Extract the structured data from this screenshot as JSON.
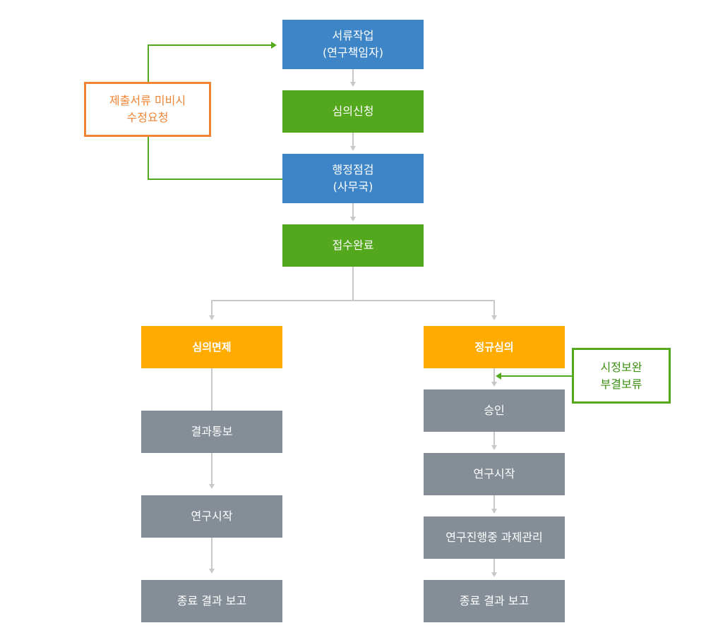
{
  "main_flow": {
    "document_prep": {
      "line1": "서류작업",
      "line2": "(연구책임자)"
    },
    "review_request": {
      "label": "심의신청"
    },
    "admin_check": {
      "line1": "행정점검",
      "line2": "(사무국)"
    },
    "receipt_complete": {
      "label": "접수완료"
    }
  },
  "side_notes": {
    "revision_request": {
      "line1": "제출서류 미비시",
      "line2": "수정요청"
    },
    "supplement": {
      "line1": "시정보완",
      "line2": "부결보류"
    }
  },
  "exempt_branch": {
    "header": "심의면제",
    "steps": [
      "결과통보",
      "연구시작",
      "종료 결과 보고"
    ]
  },
  "regular_branch": {
    "header": "정규심의",
    "steps": [
      "승인",
      "연구시작",
      "연구진행중 과제관리",
      "종료 결과 보고"
    ]
  },
  "colors": {
    "blue": "#3d85c6",
    "green": "#53a81d",
    "orange": "#ffab00",
    "gray": "#858d96",
    "note_orange": "#ee8434",
    "connector": "#c8c8c8"
  }
}
